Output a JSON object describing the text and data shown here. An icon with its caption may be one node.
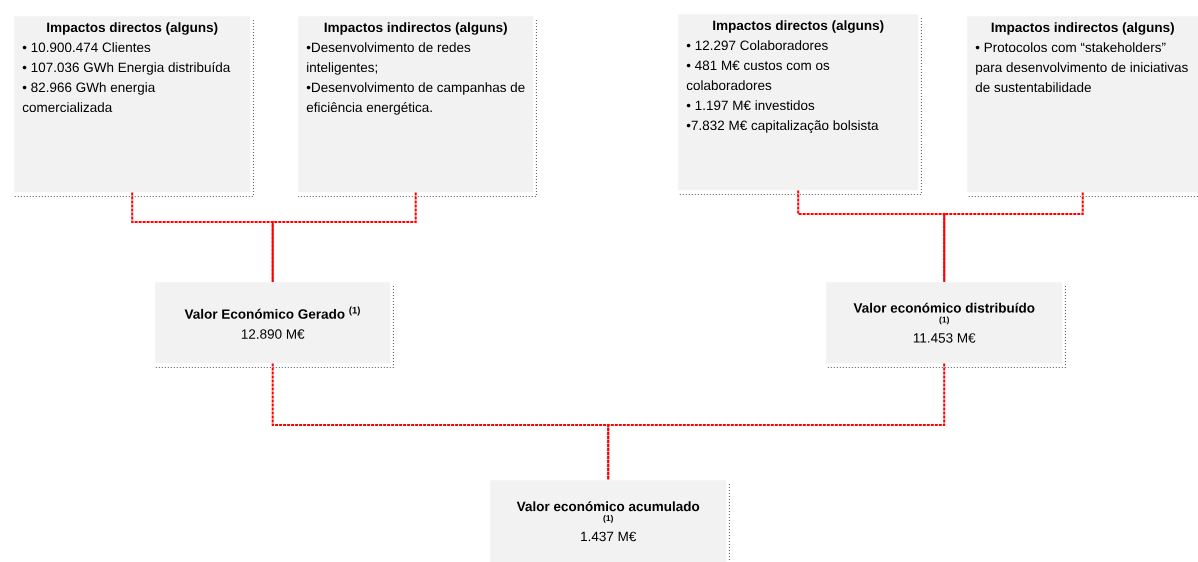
{
  "diagram": {
    "nodes": [
      {
        "text": [
          "Impactos directos (alguns)",
          "• 10.900.474 Clientes",
          "• 107.036 GWh Energia distribuída",
          "• 82.966 GWh energia comercializada"
        ]
      },
      {
        "text": [
          "Impactos indirectos (alguns)",
          "•Desenvolvimento de redes inteligentes;",
          "•Desenvolvimento de campanhas de eficiência energética."
        ]
      },
      {
        "text": [
          "Impactos directos (alguns)",
          "• 12.297 Colaboradores",
          "• 481 M€ custos com os colaboradores",
          "• 1.197 M€ investidos",
          "•7.832 M€ capitalização bolsista"
        ]
      },
      {
        "text": [
          "Impactos indirectos (alguns)",
          "• Protocolos com “stakeholders” para desenvolvimento de iniciativas de sustentabilidade"
        ]
      },
      {
        "text": [
          "Valor Económico Gerado $^{(1)}$",
          "12.890 M€"
        ]
      },
      {
        "text": [
          "Valor económico distribuído",
          "(1)",
          "11.453 M€"
        ]
      },
      {
        "text": [
          "Valor económico acumulado",
          "(1)",
          "1.437 M€"
        ]
      }
    ],
    "edges": [
      {
        "from": 0,
        "to": 4,
        "arrow": "none",
        "style": "dashed"
      },
      {
        "from": 1,
        "to": 4,
        "arrow": "none",
        "style": "dashed"
      },
      {
        "from": 2,
        "to": 5,
        "arrow": "none",
        "style": "dashed"
      },
      {
        "from": 3,
        "to": 5,
        "arrow": "none",
        "style": "dashed"
      },
      {
        "from": 4,
        "to": 6,
        "arrow": "none",
        "style": "dashed"
      },
      {
        "from": 5,
        "to": 6,
        "arrow": "none",
        "style": "dashed"
      }
    ]
  }
}
